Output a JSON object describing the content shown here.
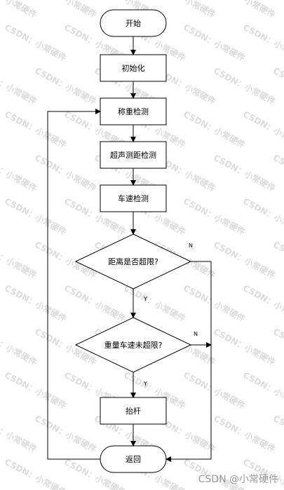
{
  "flowchart": {
    "start": "开始",
    "init": "初始化",
    "weigh": "称重检测",
    "ultrasonic": "超声测距检测",
    "speed": "车速检测",
    "decision_distance": "距离是否超限?",
    "decision_weight_speed": "重量车速未超限?",
    "lift": "抬杆",
    "return": "返回",
    "yes_label": "Y",
    "no_label": "N"
  },
  "watermark": {
    "tile": "CSDN：小常硬件",
    "footer": "CSDN @小常硬件"
  }
}
